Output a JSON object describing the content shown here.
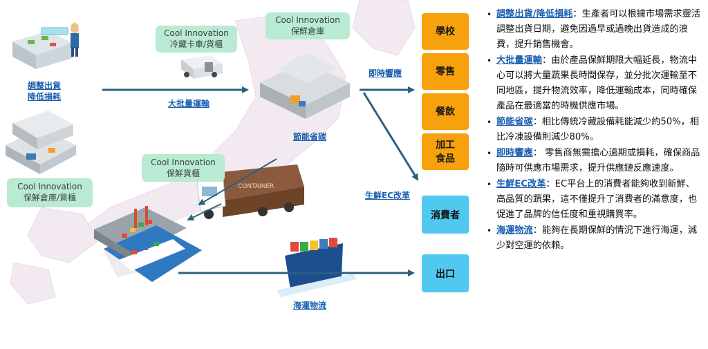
{
  "nodes": {
    "farm_label": "調整出貨\n降低損耗",
    "warehouse_left": "Cool Innovation\n保鮮倉庫/貨櫃",
    "truck_label": "Cool Innovation\n冷藏卡車/貨櫃",
    "warehouse_top": "Cool Innovation\n保鮮倉庫",
    "container_label": "Cool Innovation\n保鮮貨櫃"
  },
  "flow_labels": {
    "bulk_transport": "大批量運輸",
    "energy_saving": "節能省碳",
    "instant_response": "即時響應",
    "fresh_ec": "生鮮EC改革",
    "ocean_logistics": "海運物流"
  },
  "image_texts": {
    "container_word": "CONTAINER"
  },
  "destinations": {
    "school": "學校",
    "retail": "零售",
    "dining": "餐飲",
    "processed_food": "加工\n食品",
    "consumer": "消費者",
    "export": "出口"
  },
  "notes": [
    {
      "term": "調整出貨/降低損耗",
      "text": "：生產者可以根據市場需求靈活調整出貨日期，避免因過早或過晚出貨造成的浪費，提升銷售機會。"
    },
    {
      "term": "大批量運輸",
      "text": "：由於產品保鮮期限大幅延長，物流中心可以將大量蔬果長時間保存，並分批次運輸至不同地區，提升物流效率，降低運輸成本，同時確保產品在最適當的時機供應市場。"
    },
    {
      "term": "節能省碳",
      "text": "：相比傳統冷藏設備耗能減少約50%，相比冷凍設備則減少80%。"
    },
    {
      "term": "即時響應",
      "text": "： 零售商無需擔心過期或損耗，確保商品隨時可供應市場需求，提升供應鏈反應速度。"
    },
    {
      "term": "生鮮EC改革",
      "text": "：EC平台上的消費者能夠收到新鮮、高品質的蔬果，這不僅提升了消費者的滿意度，也促進了品牌的信任度和重視購買率。"
    },
    {
      "term": "海運物流",
      "text": "：能夠在長期保鮮的情況下進行海運，減少對空運的依賴。"
    }
  ],
  "colors": {
    "green_box": "#b9ead2",
    "orange_box": "#f7a10c",
    "blue_box": "#50c8ef",
    "arrow": "#2b5f80",
    "label_blue": "#1b5fb1"
  }
}
